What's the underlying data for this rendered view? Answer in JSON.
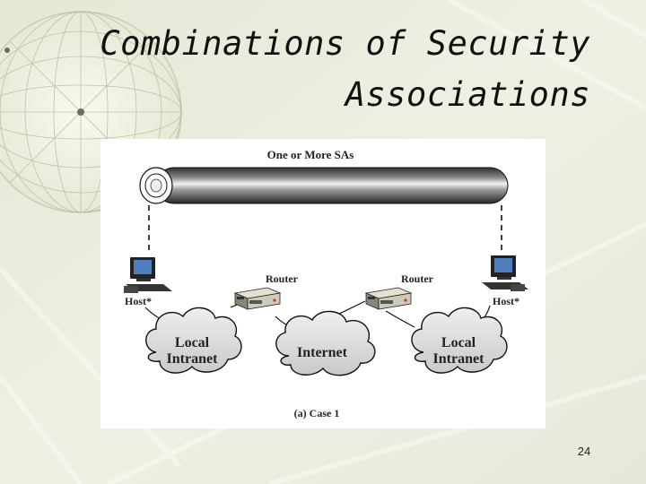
{
  "slide": {
    "title_line1": "Combinations of Security",
    "title_line2": "Associations",
    "page_number": "24"
  },
  "figure": {
    "tunnel_label": "One or More SAs",
    "router_left_label": "Router",
    "router_right_label": "Router",
    "host_left_label": "Host*",
    "host_right_label": "Host*",
    "cloud_left_line1": "Local",
    "cloud_left_line2": "Intranet",
    "cloud_center_label": "Internet",
    "cloud_right_line1": "Local",
    "cloud_right_line2": "Intranet",
    "caption": "(a) Case 1"
  },
  "colors": {
    "background": "#eef0e4",
    "tunnel_dark": "#3a3a3a",
    "tunnel_light": "#f2f2f2",
    "cloud_fill": "#dcdcdc",
    "monitor_screen": "#4f7fbf",
    "router_body": "#cfc9b8"
  }
}
